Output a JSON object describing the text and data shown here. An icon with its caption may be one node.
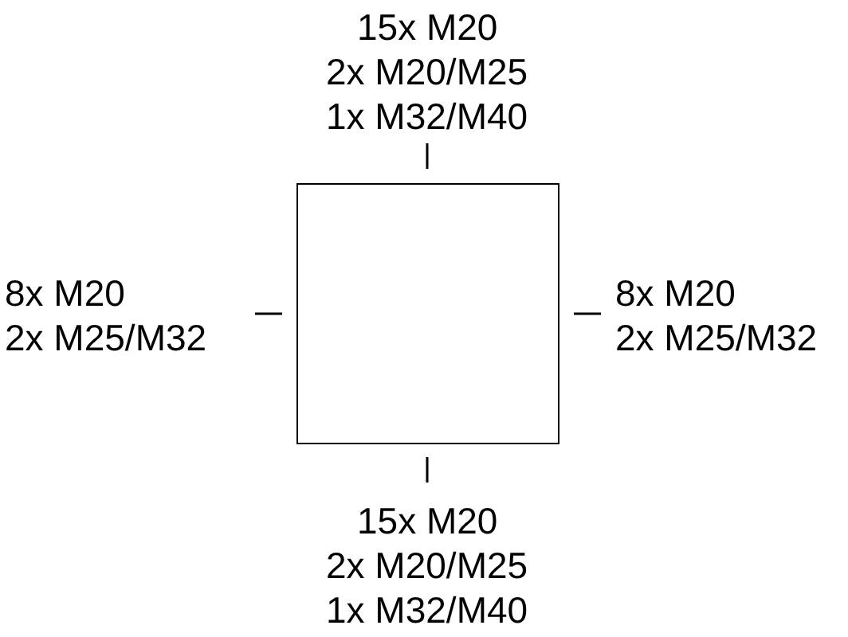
{
  "diagram": {
    "nodes": [
      {
        "text": [],
        "shape": "box"
      }
    ],
    "edges": [],
    "labels": [
      "15x M20",
      "2x M20/M25",
      "1x M32/M40",
      "8x M20",
      "2x M25/M32",
      "8x M20",
      "2x M25/M32",
      "15x M20",
      "2x M20/M25",
      "1x M32/M40"
    ]
  }
}
